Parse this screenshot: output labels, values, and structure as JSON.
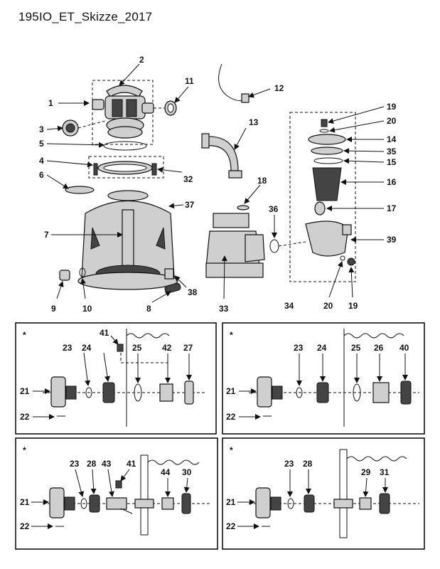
{
  "title": "195IO_ET_Skizze_2017",
  "labels": {
    "l1": "1",
    "l2": "2",
    "l3": "3",
    "l4": "4",
    "l5": "5",
    "l6": "6",
    "l7": "7",
    "l8": "8",
    "l9": "9",
    "l10": "10",
    "l11": "11",
    "l12": "12",
    "l13": "13",
    "l14": "14",
    "l15": "15",
    "l16": "16",
    "l17": "17",
    "l18": "18",
    "l19a": "19",
    "l19b": "19",
    "l20a": "20",
    "l20b": "20",
    "l32": "32",
    "l33": "33",
    "l34": "34",
    "l35": "35",
    "l36": "36",
    "l37": "37",
    "l38": "38",
    "l39": "39"
  },
  "panels": {
    "p1": {
      "star": "*",
      "labels": [
        "41",
        "23",
        "24",
        "25",
        "42",
        "27",
        "21",
        "22"
      ]
    },
    "p2": {
      "star": "*",
      "labels": [
        "23",
        "24",
        "25",
        "26",
        "40",
        "21",
        "22"
      ]
    },
    "p3": {
      "star": "*",
      "labels": [
        "23",
        "28",
        "43",
        "41",
        "44",
        "30",
        "21",
        "22"
      ]
    },
    "p4": {
      "star": "*",
      "labels": [
        "23",
        "28",
        "29",
        "31",
        "21",
        "22"
      ]
    }
  }
}
